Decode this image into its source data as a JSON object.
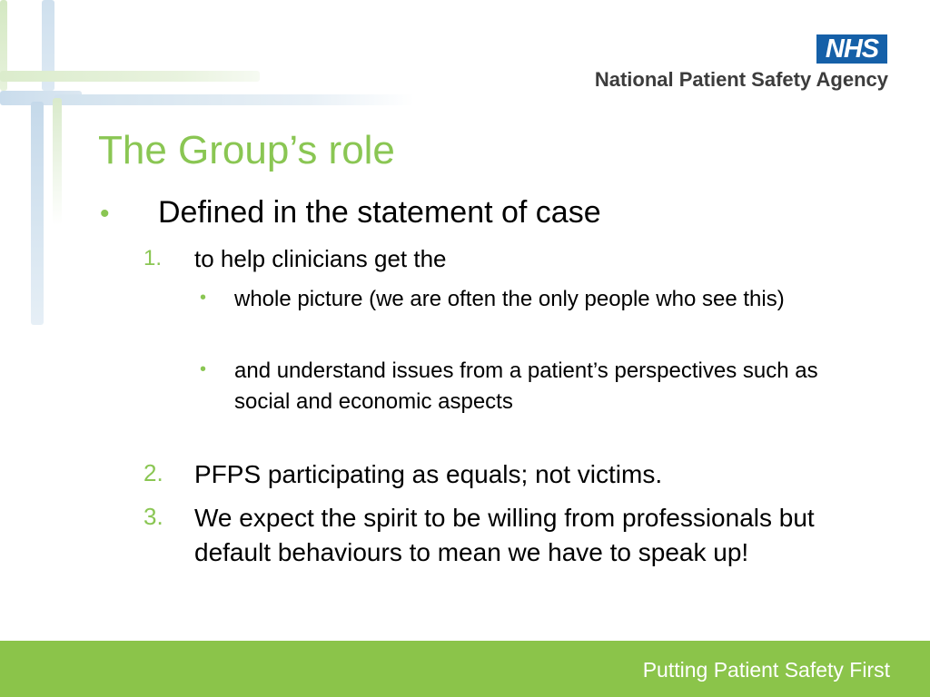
{
  "header": {
    "badge": "NHS",
    "agency": "National Patient Safety Agency"
  },
  "slide": {
    "title": "The Group’s role",
    "bullet": {
      "marker": "•",
      "text": "Defined in the statement of case"
    },
    "items": [
      {
        "marker": "1.",
        "text": "to help clinicians get the"
      },
      {
        "marker": "2.",
        "text": "PFPS participating as equals; not victims."
      },
      {
        "marker": "3.",
        "text": "We expect the spirit to be willing from professionals but default behaviours to mean we have to speak up!"
      }
    ],
    "subitems": [
      {
        "marker": "•",
        "text": "whole picture (we are often the only people who see this)"
      },
      {
        "marker": "•",
        "text": "and understand issues from a patient’s perspectives such as social and economic aspects"
      }
    ]
  },
  "footer": {
    "tagline": "Putting Patient Safety First"
  },
  "colors": {
    "accent_green": "#8ac653",
    "footer_green": "#8bc44a",
    "nhs_blue": "#1560a8"
  }
}
